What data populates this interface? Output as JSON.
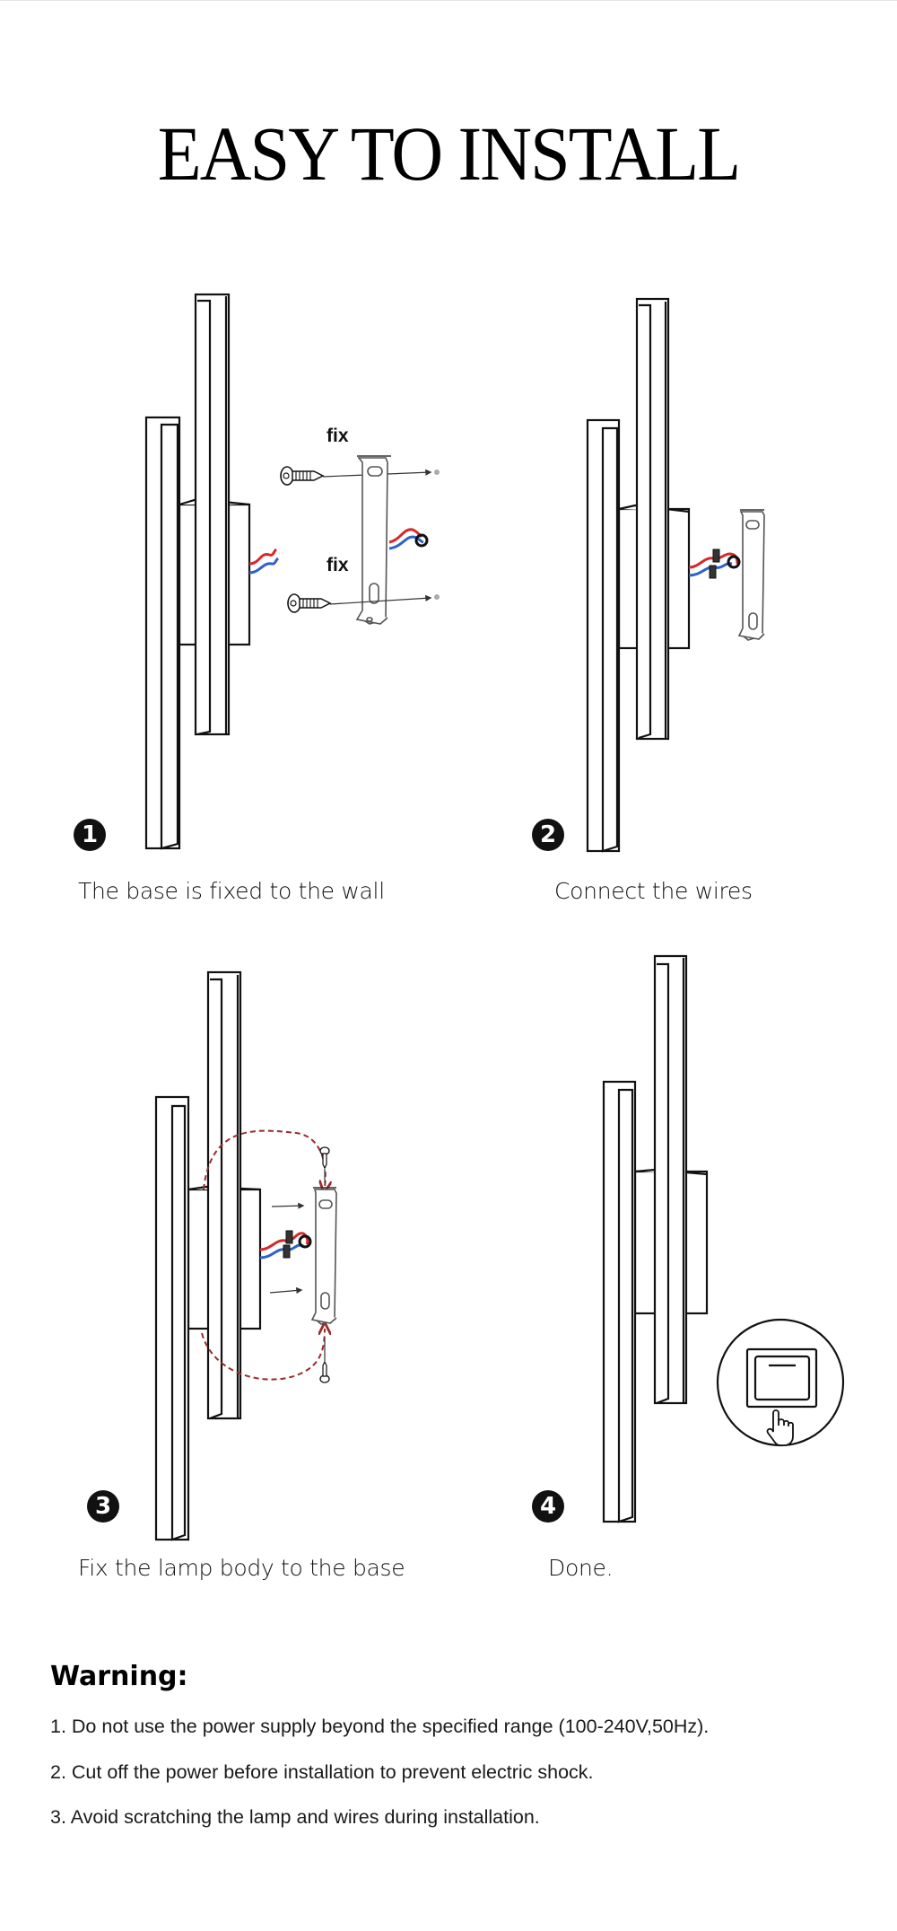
{
  "page": {
    "title": "EASY TO INSTALL"
  },
  "steps": [
    {
      "number": "1",
      "caption": "The base is fixed to the wall",
      "annotations": [
        "fix",
        "fix"
      ]
    },
    {
      "number": "2",
      "caption": "Connect the wires"
    },
    {
      "number": "3",
      "caption": "Fix the lamp body to the base"
    },
    {
      "number": "4",
      "caption": "Done."
    }
  ],
  "icons": {
    "step1": [
      "wall-lamp-icon",
      "screw-icon",
      "mounting-bracket-icon",
      "wires-icon"
    ],
    "step2": [
      "wall-lamp-icon",
      "wire-connector-icon",
      "mounting-bracket-icon"
    ],
    "step3": [
      "wall-lamp-icon",
      "dashed-arrow-icon",
      "screw-icon",
      "mounting-bracket-icon"
    ],
    "step4": [
      "wall-lamp-icon",
      "light-switch-icon",
      "hand-pointer-icon"
    ]
  },
  "colors": {
    "wire_live": "#d42a2a",
    "wire_neutral": "#2f62c8",
    "arrow_dashed": "#9b2b2b",
    "ink": "#111111"
  },
  "warning": {
    "heading": "Warning:",
    "items": [
      "1. Do not use the power supply beyond the specified range (100-240V,50Hz).",
      "2. Cut off the power before installation to prevent electric shock.",
      "3. Avoid scratching the lamp and wires during installation."
    ]
  }
}
